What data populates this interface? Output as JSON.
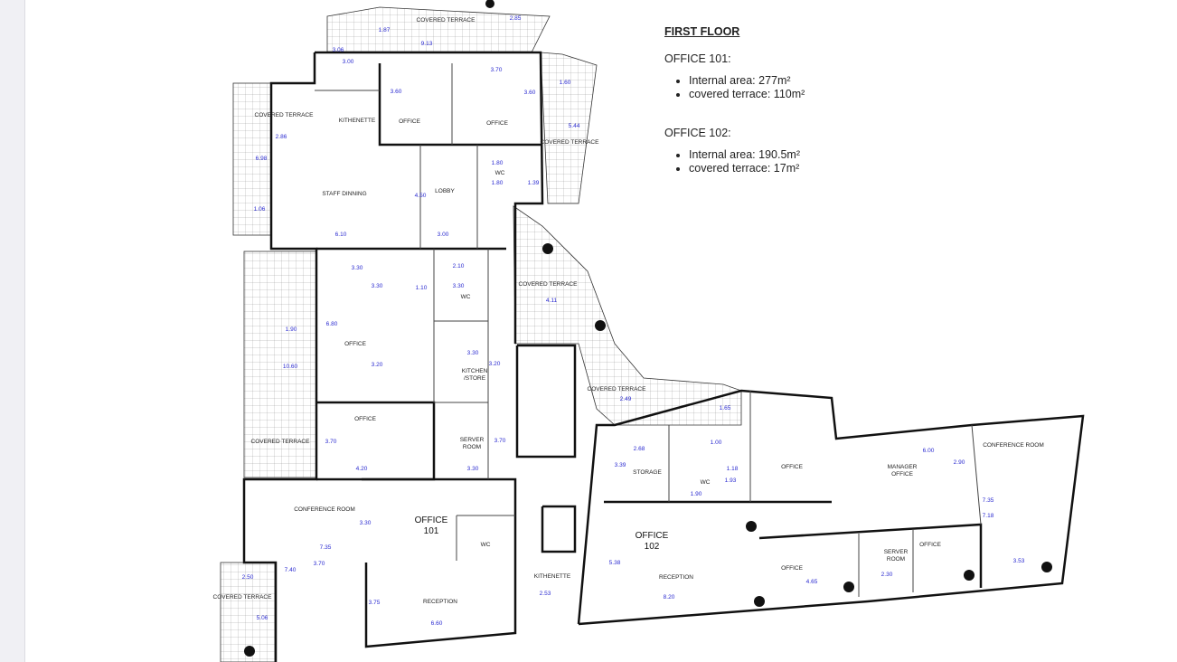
{
  "notes": {
    "heading": "FIRST FLOOR",
    "office101": {
      "title": "OFFICE 101:",
      "items": [
        "Internal area: 277m²",
        "covered terrace: 110m²"
      ]
    },
    "office102": {
      "title": "OFFICE  102:",
      "items": [
        "Internal area: 190.5m²",
        "covered terrace: 17m²"
      ]
    }
  },
  "rooms": [
    "COVERED TERRACE",
    "KITHENETTE",
    "OFFICE",
    "OFFICE",
    "COVERED TERRACE",
    "COVERED TERRACE",
    "WC",
    "STAFF DINNING",
    "LOBBY",
    "WC",
    "COVERED TERRACE",
    "OFFICE",
    "KITCHEN",
    "/STORE",
    "OFFICE",
    "COVERED TERRACE",
    "SERVER",
    "ROOM",
    "COVERED TERRACE",
    "STORAGE",
    "WC",
    "OFFICE",
    "MANAGER",
    "OFFICE",
    "CONFERENCE ROOM",
    "CONFERENCE ROOM",
    "WC",
    "KITHENETTE",
    "RECEPTION",
    "RECEPTION",
    "COVERED TERRACE",
    "OFFICE",
    "SERVER",
    "ROOM",
    "OFFICE"
  ],
  "units": [
    "OFFICE",
    "101",
    "OFFICE",
    "102"
  ],
  "dimensions": [
    "1.87",
    "9.13",
    "2.85",
    "3.06",
    "3.00",
    "3.70",
    "3.60",
    "3.60",
    "1.60",
    "2.86",
    "5.44",
    "6.98",
    "1.80",
    "1.39",
    "1.80",
    "4.50",
    "1.06",
    "6.10",
    "3.00",
    "2.10",
    "3.30",
    "1.10",
    "3.30",
    "4.11",
    "6.80",
    "1.90",
    "10.60",
    "3.30",
    "3.20",
    "3.30",
    "3.20",
    "3.70",
    "4.20",
    "3.30",
    "3.70",
    "2.49",
    "1.65",
    "2.68",
    "3.39",
    "1.90",
    "1.18",
    "1.00",
    "1.93",
    "6.00",
    "2.90",
    "7.35",
    "3.30",
    "7.35",
    "3.70",
    "7.40",
    "2.50",
    "5.06",
    "3.75",
    "6.60",
    "2.53",
    "5.38",
    "8.20",
    "4.65",
    "2.30",
    "3.53",
    "7.18"
  ],
  "colors": {
    "dimension": "#2a2ad0",
    "wall": "#111111",
    "sidebar": "#f0f0f4"
  }
}
